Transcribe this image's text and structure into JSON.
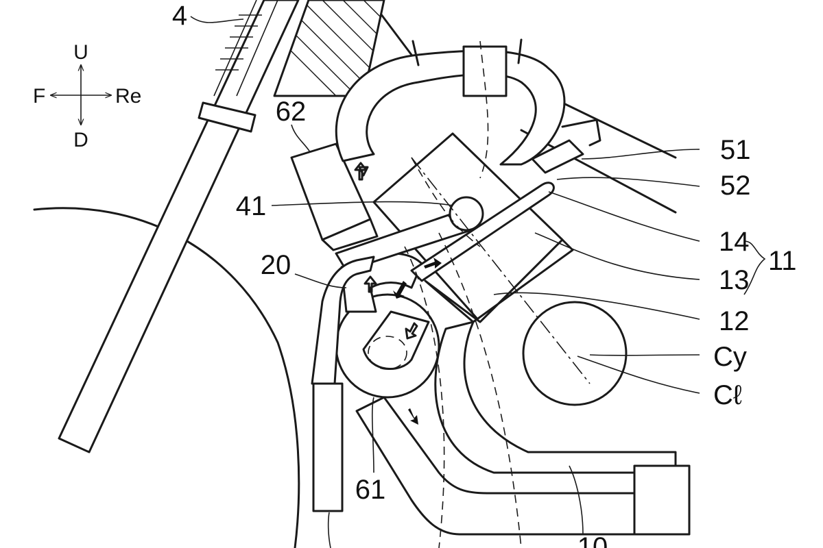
{
  "orientation": {
    "up": "U",
    "down": "D",
    "front": "F",
    "rear": "Re"
  },
  "labels": {
    "fork": "4",
    "component_62": "62",
    "pipe_41": "41",
    "passage_20": "20",
    "muffler_61": "61",
    "sensor_51": "51",
    "sensor_52": "52",
    "part_14": "14",
    "part_13": "13",
    "engine_11": "11",
    "part_12": "12",
    "cylinder_axis": "Cy",
    "crank_axis": "Cℓ",
    "part_10": "10"
  }
}
